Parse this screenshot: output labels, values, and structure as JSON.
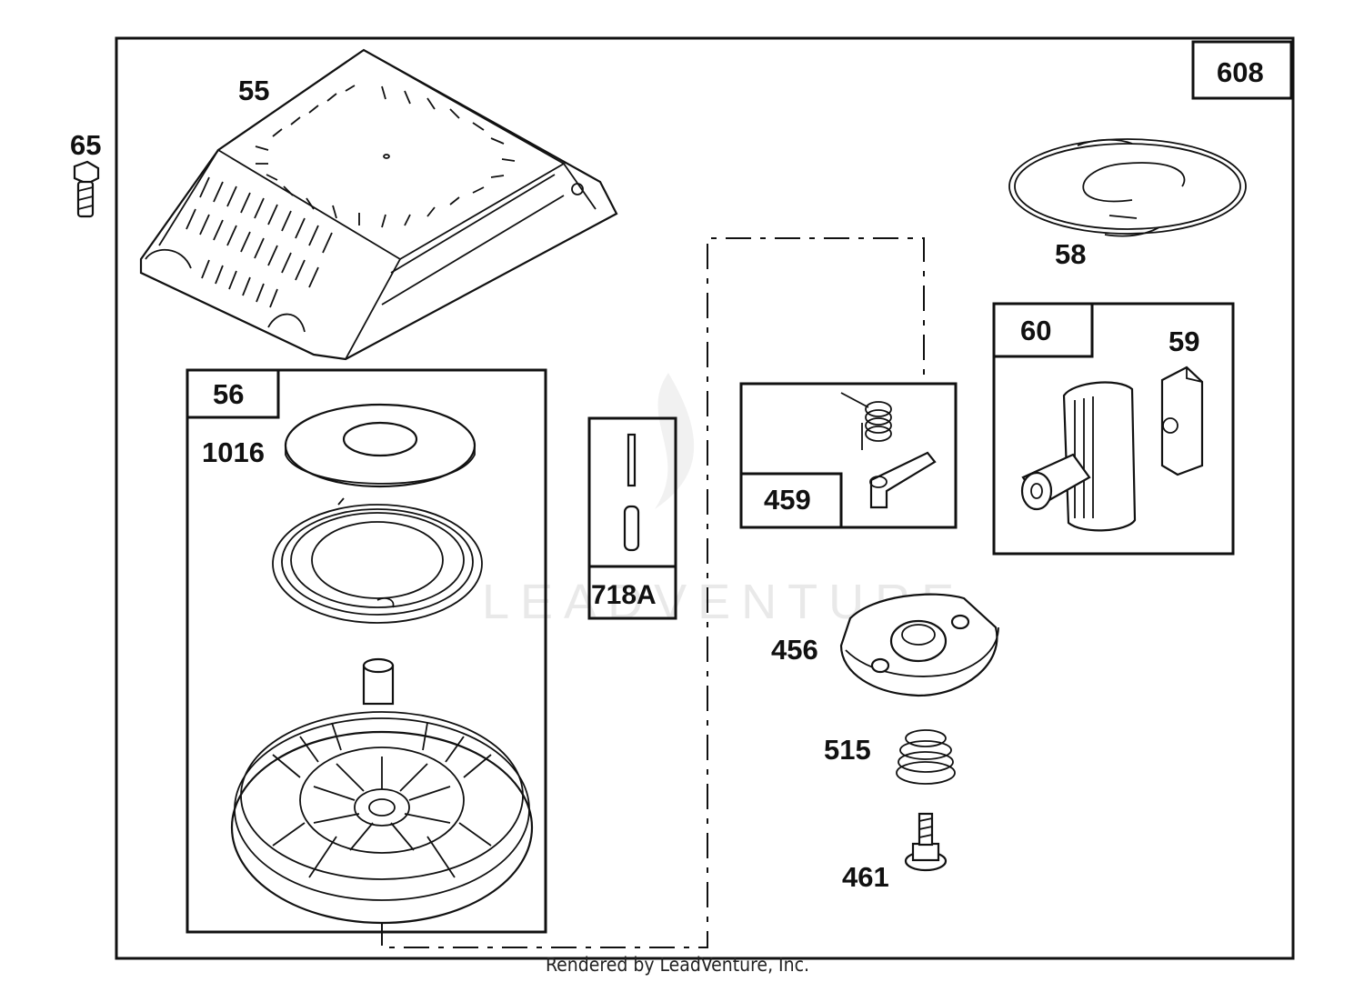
{
  "diagram": {
    "assembly_label": "608",
    "watermark": "LEADVENTURE",
    "footer": "Rendered by LeadVenture, Inc.",
    "parts": {
      "p55": "55",
      "p65": "65",
      "p56": "56",
      "p1016": "1016",
      "p718a": "718A",
      "p459": "459",
      "p58": "58",
      "p60": "60",
      "p59": "59",
      "p456": "456",
      "p515": "515",
      "p461": "461"
    }
  }
}
